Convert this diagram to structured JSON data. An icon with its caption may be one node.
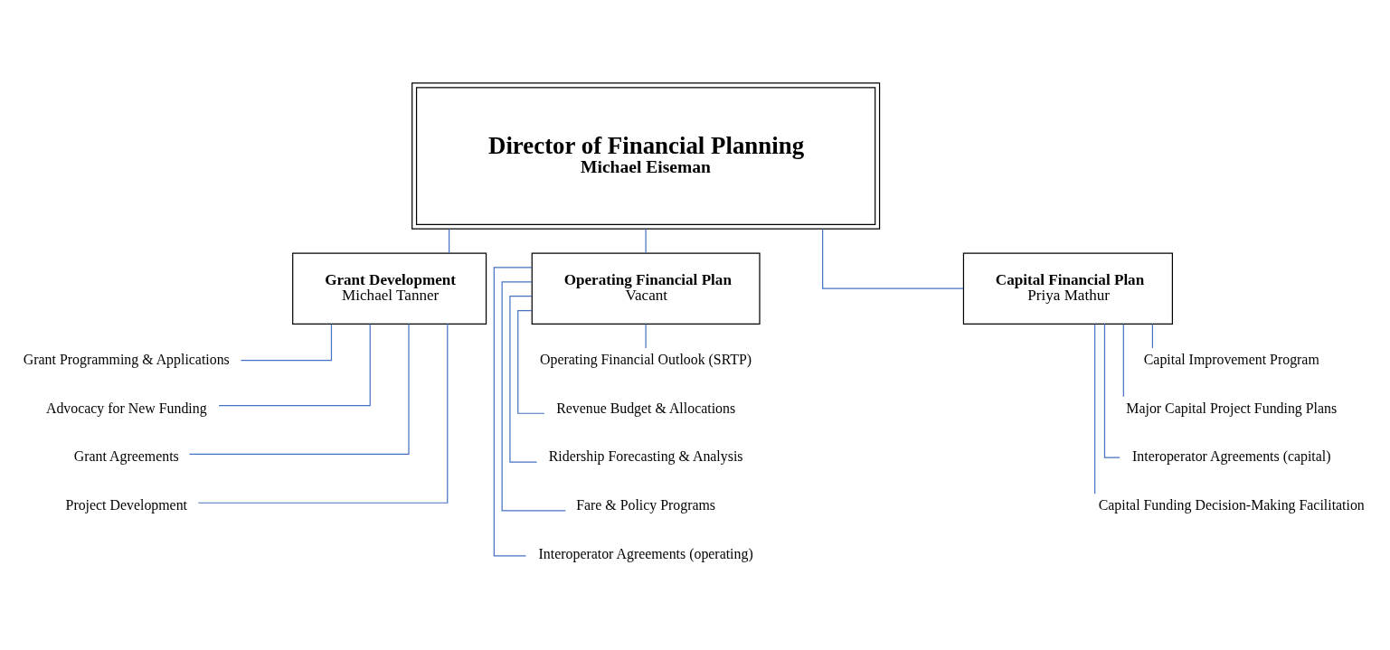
{
  "diagram": {
    "nodes": [
      {
        "text": [
          "Director of Financial Planning",
          "Michael Eiseman"
        ]
      },
      {
        "text": [
          "Grant Development",
          "Michael Tanner"
        ]
      },
      {
        "text": [
          "Operating Financial Plan",
          "Vacant"
        ]
      },
      {
        "text": [
          "Capital Financial Plan",
          "Priya Mathur"
        ]
      },
      {
        "text": [
          "Grant Programming & Applications"
        ]
      },
      {
        "text": [
          "Advocacy for New Funding"
        ]
      },
      {
        "text": [
          "Grant Agreements"
        ]
      },
      {
        "text": [
          "Project Development"
        ]
      },
      {
        "text": [
          "Operating Financial Outlook (SRTP)"
        ]
      },
      {
        "text": [
          "Revenue Budget & Allocations"
        ]
      },
      {
        "text": [
          "Ridership Forecasting & Analysis"
        ]
      },
      {
        "text": [
          "Fare & Policy Programs"
        ]
      },
      {
        "text": [
          "Interoperator Agreements (operating)"
        ]
      },
      {
        "text": [
          "Capital Improvement Program"
        ]
      },
      {
        "text": [
          "Major Capital Project Funding Plans"
        ]
      },
      {
        "text": [
          "Interoperator Agreements (capital)"
        ]
      },
      {
        "text": [
          "Capital Funding Decision-Making Facilitation"
        ]
      }
    ],
    "edges": [
      {
        "from": 0,
        "to": 1,
        "arrow": "none"
      },
      {
        "from": 0,
        "to": 2,
        "arrow": "none"
      },
      {
        "from": 0,
        "to": 3,
        "arrow": "none"
      },
      {
        "from": 1,
        "to": 4,
        "arrow": "none"
      },
      {
        "from": 1,
        "to": 5,
        "arrow": "none"
      },
      {
        "from": 1,
        "to": 6,
        "arrow": "none"
      },
      {
        "from": 1,
        "to": 7,
        "arrow": "none"
      },
      {
        "from": 2,
        "to": 8,
        "arrow": "none"
      },
      {
        "from": 2,
        "to": 9,
        "arrow": "none"
      },
      {
        "from": 2,
        "to": 10,
        "arrow": "none"
      },
      {
        "from": 2,
        "to": 11,
        "arrow": "none"
      },
      {
        "from": 2,
        "to": 12,
        "arrow": "none"
      },
      {
        "from": 3,
        "to": 13,
        "arrow": "none"
      },
      {
        "from": 3,
        "to": 14,
        "arrow": "none"
      },
      {
        "from": 3,
        "to": 15,
        "arrow": "none"
      },
      {
        "from": 3,
        "to": 16,
        "arrow": "none"
      }
    ]
  }
}
